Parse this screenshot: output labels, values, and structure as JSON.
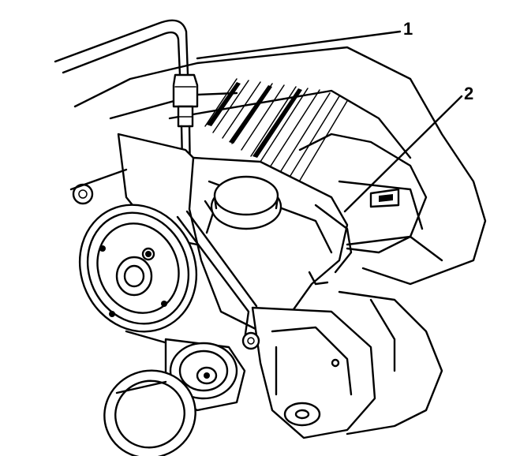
{
  "diagram": {
    "callouts": [
      {
        "label": "1",
        "target": "fluid-line-fitting"
      },
      {
        "label": "2",
        "target": "reservoir-bracket"
      }
    ]
  }
}
